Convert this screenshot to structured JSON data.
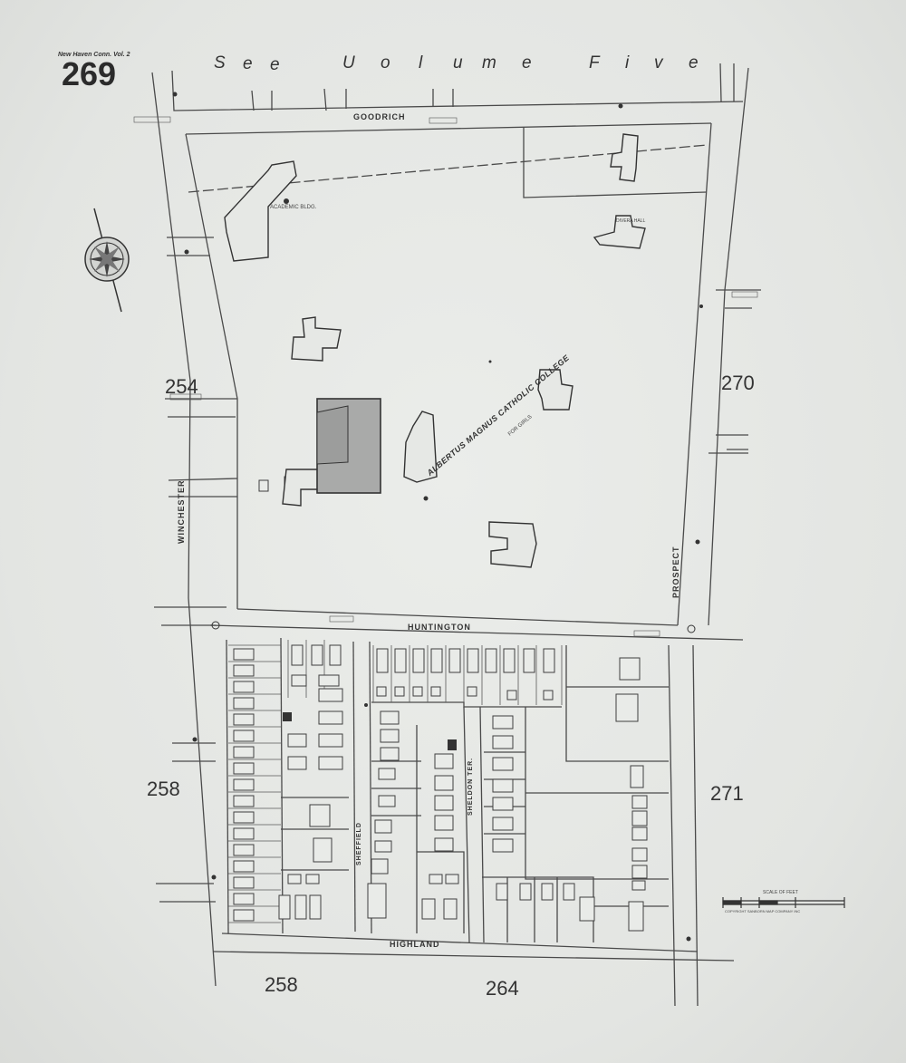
{
  "sheet": {
    "number": "269",
    "atlas_title": "New Haven Conn. Vol. 2",
    "banner": [
      "S",
      "e",
      "e",
      "U",
      "o",
      "l",
      "u",
      "m",
      "e",
      "F",
      "i",
      "v",
      "e"
    ],
    "scale_label": "SCALE OF FEET",
    "publisher_note": "COPYRIGHT SANBORN MAP COMPANY INC"
  },
  "streets": {
    "north": "GOODRICH",
    "middle": "HUNTINGTON",
    "south": "HIGHLAND",
    "west": "WINCHESTER",
    "east": "PROSPECT",
    "inner_west": "SHEFFIELD",
    "inner_east": "SHELDON TER."
  },
  "institution": {
    "name": "ALBERTUS MAGNUS CATHOLIC COLLEGE",
    "sub": "FOR GIRLS",
    "buildings": [
      "ACADEMIC BLDG.",
      "DIVERA HALL"
    ]
  },
  "adjoining_sheets": {
    "west_upper": "254",
    "east_upper": "270",
    "west_lower": "258",
    "east_lower": "271",
    "south_left": "258",
    "south_right": "264"
  },
  "colors": {
    "ink": "#4a4a4a",
    "paper": "#e4e6e3",
    "shade": "#a9aaa9"
  }
}
